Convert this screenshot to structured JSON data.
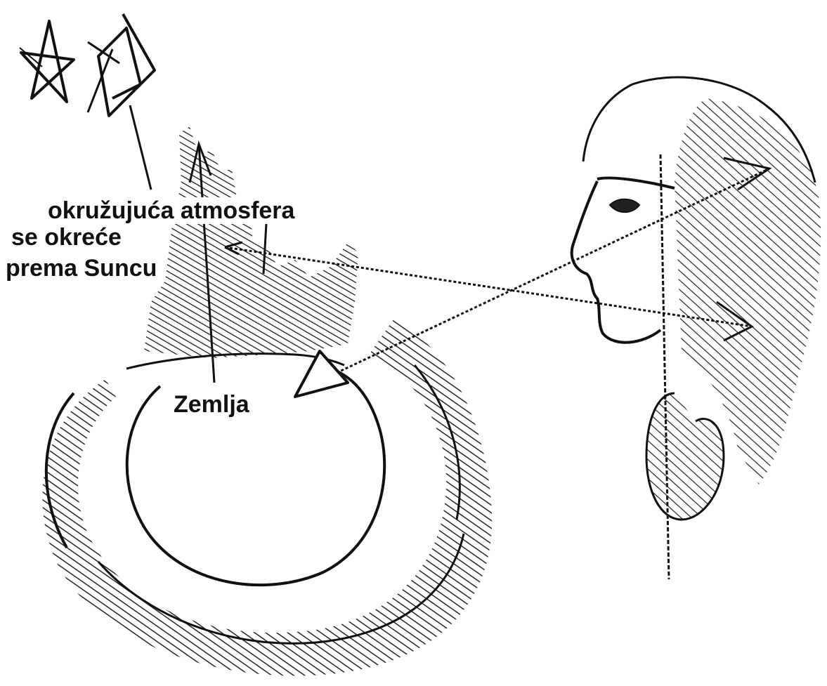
{
  "labels": {
    "atmosphere": "okružujuća atmosfera",
    "turns": "se okreće",
    "toward_sun": "prema Suncu",
    "earth": "Zemlja"
  },
  "colors": {
    "ink": "#111111",
    "background": "#ffffff"
  }
}
